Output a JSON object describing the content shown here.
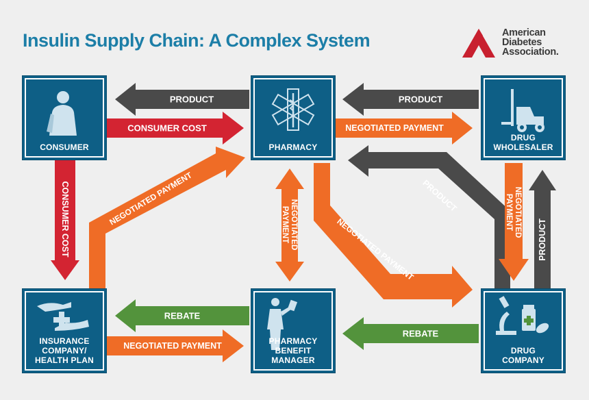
{
  "title": "Insulin Supply Chain: A Complex System",
  "logo": {
    "line1": "American",
    "line2": "Diabetes",
    "line3": "Association."
  },
  "colors": {
    "node": "#0e5f86",
    "product": "#4a4a4a",
    "consumer_cost": "#d32432",
    "negotiated": "#ef6c26",
    "rebate": "#53933c",
    "title": "#1c7ea7",
    "logo_red": "#c8202f"
  },
  "nodes": {
    "consumer": "CONSUMER",
    "pharmacy": "PHARMACY",
    "wholesaler": "DRUG\nWHOLESALER",
    "insurance": "INSURANCE\nCOMPANY/\nHEALTH PLAN",
    "pbm": "PHARMACY\nBENEFIT\nMANAGER",
    "drug_company": "DRUG\nCOMPANY"
  },
  "flows": {
    "pharmacy_to_consumer": "PRODUCT",
    "consumer_to_pharmacy": "CONSUMER COST",
    "wholesaler_to_pharmacy": "PRODUCT",
    "pharmacy_to_wholesaler": "NEGOTIATED PAYMENT",
    "consumer_to_insurance": "CONSUMER COST",
    "insurance_to_pharmacy": "NEGOTIATED PAYMENT",
    "pharmacy_pbm": "NEGOTIATED PAYMENT",
    "pharmacy_to_drugco": "NEGOTIATED PAYMENT",
    "drugco_to_pharmacy": "PRODUCT",
    "wholesaler_to_drugco": "NEGOTIATED PAYMENT",
    "drugco_to_wholesaler": "PRODUCT",
    "pbm_to_insurance": "REBATE",
    "insurance_to_pbm": "NEGOTIATED PAYMENT",
    "drugco_to_pbm": "REBATE"
  }
}
